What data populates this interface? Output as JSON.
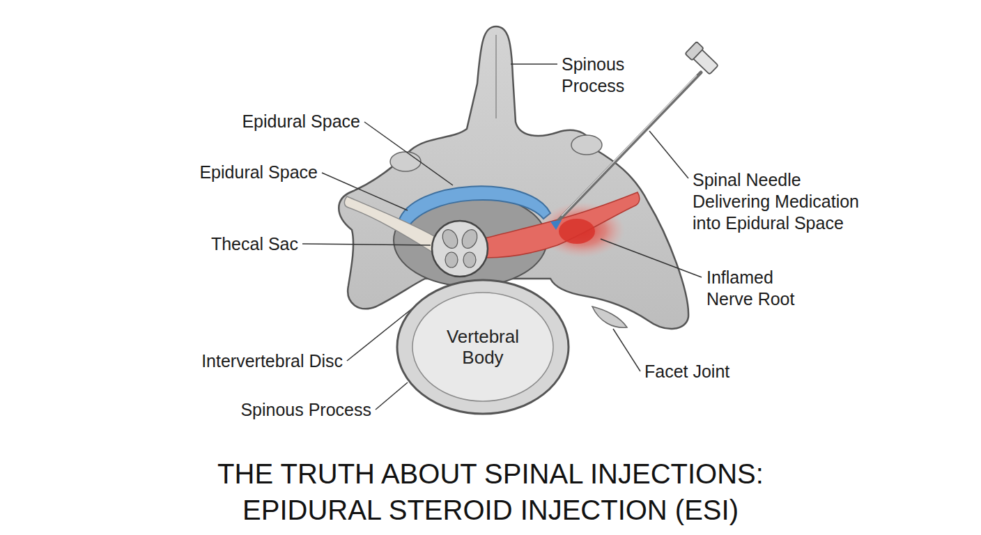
{
  "diagram": {
    "title": "THE TRUTH ABOUT SPINAL INJECTIONS: EPIDURAL STEROID INJECTION (ESI)",
    "nodes": [
      {
        "text": [
          "Vertebral Body"
        ]
      }
    ],
    "labels": [
      "Spinous Process",
      "Epidural Space",
      "Epidural Space",
      "Thecal Sac",
      "Intervertebral Disc",
      "Spinous Process",
      "Spinal Needle Delivering Medication into Epidural Space",
      "Inflamed Nerve Root",
      "Facet Joint"
    ]
  }
}
